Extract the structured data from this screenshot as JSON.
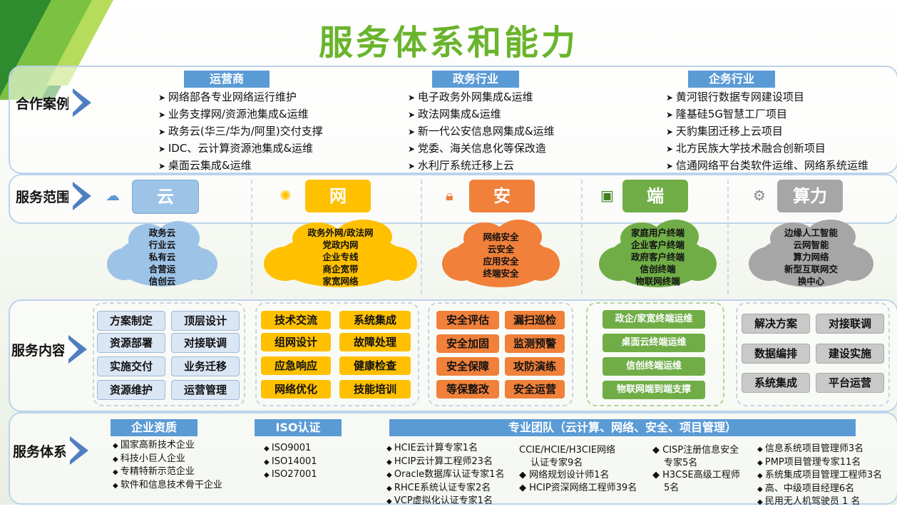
{
  "title": "服务体系和能力",
  "rows": {
    "cases": "合作案例",
    "scope": "服务范围",
    "content": "服务内容",
    "system": "服务体系"
  },
  "cases": {
    "operator": {
      "header": "运营商",
      "items": [
        "网络部各专业网络运行维护",
        "业务支撑网/资源池集成&运维",
        "政务云(华三/华为/阿里)交付支撑",
        "IDC、云计算资源池集成&运维",
        "桌面云集成&运维"
      ]
    },
    "government": {
      "header": "政务行业",
      "items": [
        "电子政务外网集成&运维",
        "政法网集成&运维",
        "新一代公安信息网集成&运维",
        "党委、海关信息化等保改造",
        "水利厅系统迁移上云"
      ]
    },
    "enterprise": {
      "header": "企务行业",
      "items": [
        "黄河银行数据专网建设项目",
        "隆基硅5G智慧工厂项目",
        "天豹集团迁移上云项目",
        "北方民族大学技术融合创新项目",
        "信通网络平台类软件运维、网络系统运维"
      ]
    }
  },
  "scope": {
    "categories": [
      {
        "label": "云",
        "icon": "cloud-lightning-icon",
        "color": "#9dc3e6",
        "cloud": [
          "政务云",
          "行业云",
          "私有云",
          "合营运",
          "信创云"
        ]
      },
      {
        "label": "网",
        "icon": "network-icon",
        "color": "#ffc000",
        "cloud": [
          "政务外网/政法网",
          "党政内网",
          "企业专线",
          "商企宽带",
          "家宽网络"
        ]
      },
      {
        "label": "安",
        "icon": "lock-icon",
        "color": "#f0803a",
        "cloud": [
          "网络安全",
          "云安全",
          "应用安全",
          "终端安全"
        ]
      },
      {
        "label": "端",
        "icon": "monitor-icon",
        "color": "#70ad47",
        "cloud": [
          "家庭用户终端",
          "企业客户终端",
          "政府客户终端",
          "信创终端",
          "物联网终端"
        ]
      },
      {
        "label": "算力",
        "icon": "gears-icon",
        "color": "#a6a6a6",
        "cloud": [
          "边缘人工智能",
          "云网智能",
          "算力网络",
          "新型互联网交",
          "换中心"
        ]
      }
    ]
  },
  "content": {
    "cloud": [
      "方案制定",
      "顶层设计",
      "资源部署",
      "对接联调",
      "实施交付",
      "业务迁移",
      "资源维护",
      "运营管理"
    ],
    "network": [
      "技术交流",
      "系统集成",
      "组网设计",
      "故障处理",
      "应急响应",
      "健康检查",
      "网络优化",
      "技能培训"
    ],
    "security": [
      "安全评估",
      "漏扫巡检",
      "安全加固",
      "监测预警",
      "安全保障",
      "攻防演练",
      "等保整改",
      "安全运营"
    ],
    "terminal": [
      "政企/家宽终端运维",
      "桌面云终端运维",
      "信创终端运维",
      "物联网端到端支撑"
    ],
    "compute": [
      "解决方案",
      "对接联调",
      "数据编排",
      "建设实施",
      "系统集成",
      "平台运营"
    ]
  },
  "system": {
    "qualification": {
      "header": "企业资质",
      "items": [
        "国家高新技术企业",
        "科技小巨人企业",
        "专精特新示范企业",
        "软件和信息技术骨干企业"
      ]
    },
    "iso": {
      "header": "ISO认证",
      "items": [
        "ISO9001",
        "ISO14001",
        "ISO27001"
      ]
    },
    "team": {
      "header": "专业团队（云计算、网络、安全、项目管理）",
      "col1": [
        "HCIE云计算专家1名",
        "HCIP云计算工程师23名",
        "Oracle数据库认证专家1名",
        "RHCE系统认证专家2名",
        "VCP虚拟化认证专家1名"
      ],
      "col2": [
        "CCIE/HCIE/H3CIE网络",
        "认证专家9名",
        "网络规划设计师1名",
        "HCIP资深网络工程师39名"
      ],
      "col3": [
        "CISP注册信息安全",
        "专家5名",
        "H3CSE高级工程师",
        "5名"
      ],
      "col4": [
        "信息系统项目管理师3名",
        "PMP项目管理专家11名",
        "系统集成项目管理工程师3名",
        "高、中级项目经理6名",
        "民用无人机驾驶员 1 名"
      ]
    }
  }
}
